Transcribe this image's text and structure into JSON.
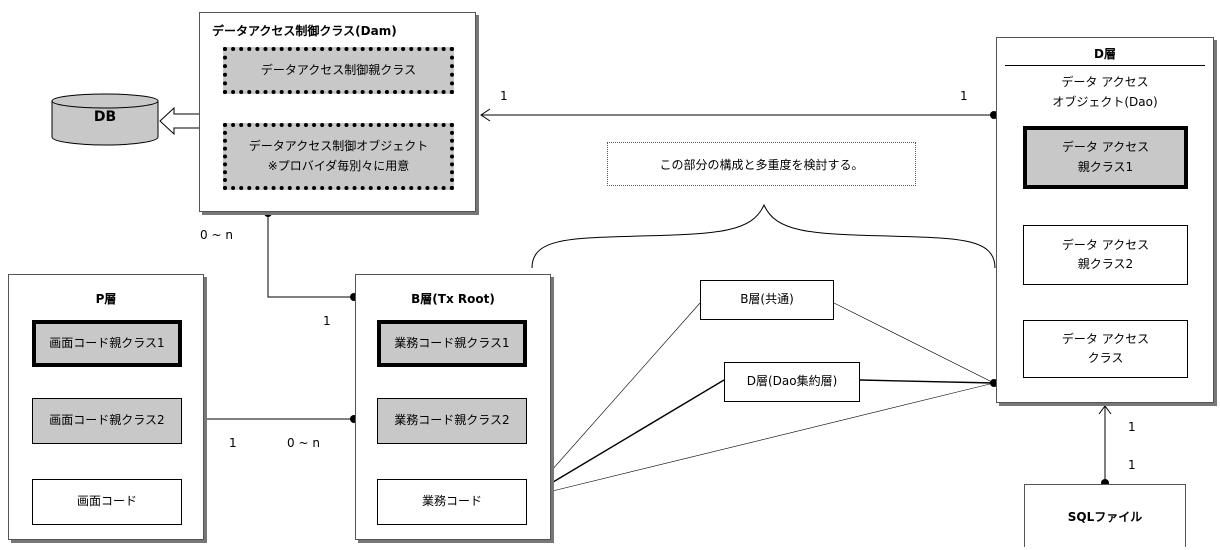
{
  "dam": {
    "title": "データアクセス制御クラス(Dam)",
    "parent_class": "データアクセス制御親クラス",
    "object_class_line1": "データアクセス制御オブジェクト",
    "object_class_line2": "※プロバイダ毎別々に用意"
  },
  "db": {
    "label": "DB"
  },
  "note": {
    "text": "この部分の構成と多重度を検討する。"
  },
  "d_layer": {
    "title": "D層",
    "subtitle_line1": "データ アクセス",
    "subtitle_line2": "オブジェクト(Dao)",
    "parent1_line1": "データ アクセス",
    "parent1_line2": "親クラス1",
    "parent2_line1": "データ アクセス",
    "parent2_line2": "親クラス2",
    "class_line1": "データ アクセス",
    "class_line2": "クラス"
  },
  "p_layer": {
    "title": "P層",
    "parent1": "画面コード親クラス1",
    "parent2": "画面コード親クラス2",
    "code": "画面コード"
  },
  "b_layer": {
    "title": "B層(Tx Root)",
    "parent1": "業務コード親クラス1",
    "parent2": "業務コード親クラス2",
    "code": "業務コード"
  },
  "b_common": {
    "label": "B層(共通)"
  },
  "d_dao_agg": {
    "label": "D層(Dao集約層)"
  },
  "sql_file": {
    "label": "SQLファイル"
  },
  "multiplicity": {
    "dao_to_dam_left": "1",
    "dao_to_dam_right": "1",
    "dam_to_b": "0 ~ n",
    "b_from_dam": "1",
    "p_to_b": "1",
    "b_from_p": "0 ~ n",
    "sql_upper": "1",
    "sql_lower": "1"
  }
}
